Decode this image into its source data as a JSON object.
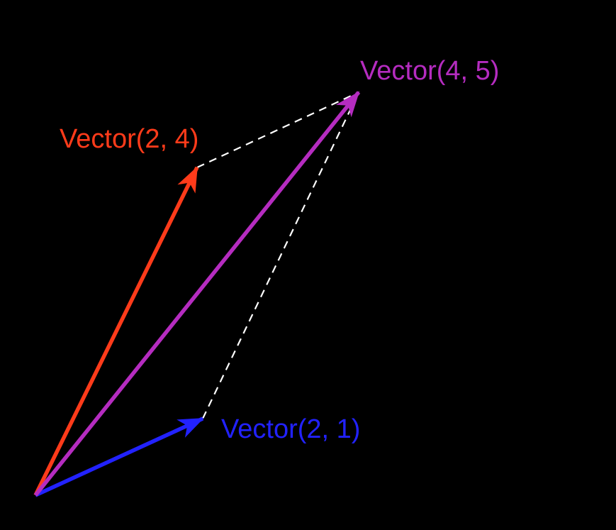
{
  "diagram": {
    "background": "#000000",
    "guide_color": "#ffffff",
    "vectors": [
      {
        "id": "a",
        "label": "Vector(2, 4)",
        "x": 2,
        "y": 4,
        "color": "#ff3b1a"
      },
      {
        "id": "b",
        "label": "Vector(2, 1)",
        "x": 2,
        "y": 1,
        "color": "#2222ff"
      },
      {
        "id": "sum",
        "label": "Vector(4, 5)",
        "x": 4,
        "y": 5,
        "color": "#b52cc0"
      }
    ]
  }
}
